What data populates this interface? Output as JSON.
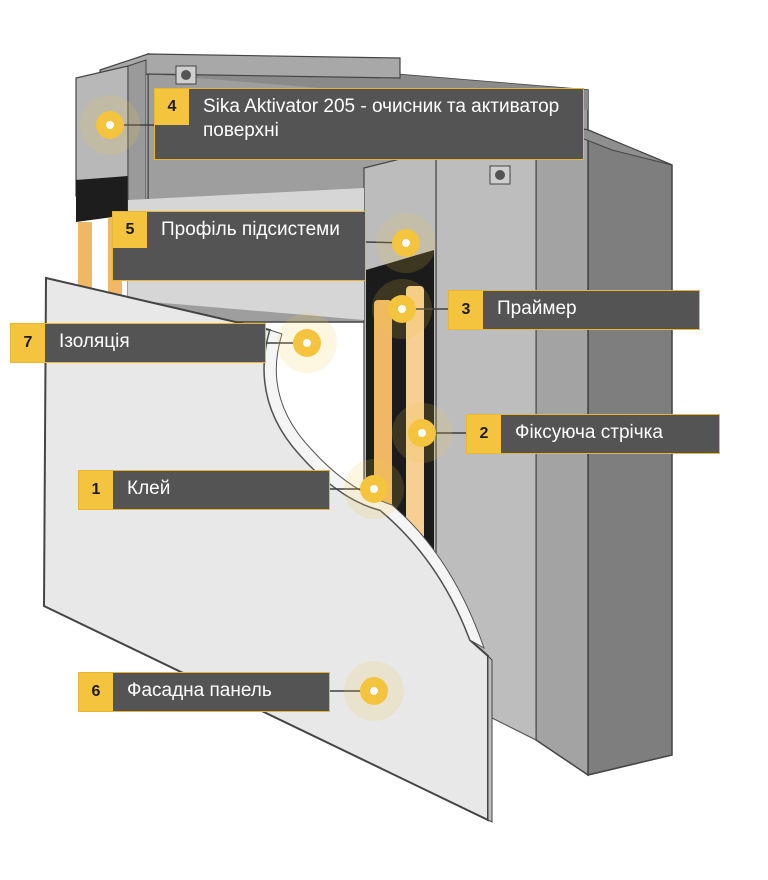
{
  "title": "Фасадна система – складові елементи",
  "colors": {
    "accent": "#f5c43e",
    "label_bg": "#545454",
    "panel": "#e6e6e6",
    "wall": "#b4b4b4",
    "insulation": "#f0b865",
    "tape": "#1b1b1b"
  },
  "labels": [
    {
      "num": "4",
      "text": "Sika Aktivator 205 - очисник та активатор поверхні"
    },
    {
      "num": "5",
      "text": "Профіль підсистеми"
    },
    {
      "num": "3",
      "text": "Праймер"
    },
    {
      "num": "7",
      "text": "Ізоляція"
    },
    {
      "num": "2",
      "text": "Фіксуюча стрічка"
    },
    {
      "num": "1",
      "text": "Клей"
    },
    {
      "num": "6",
      "text": "Фасадна панель"
    }
  ]
}
